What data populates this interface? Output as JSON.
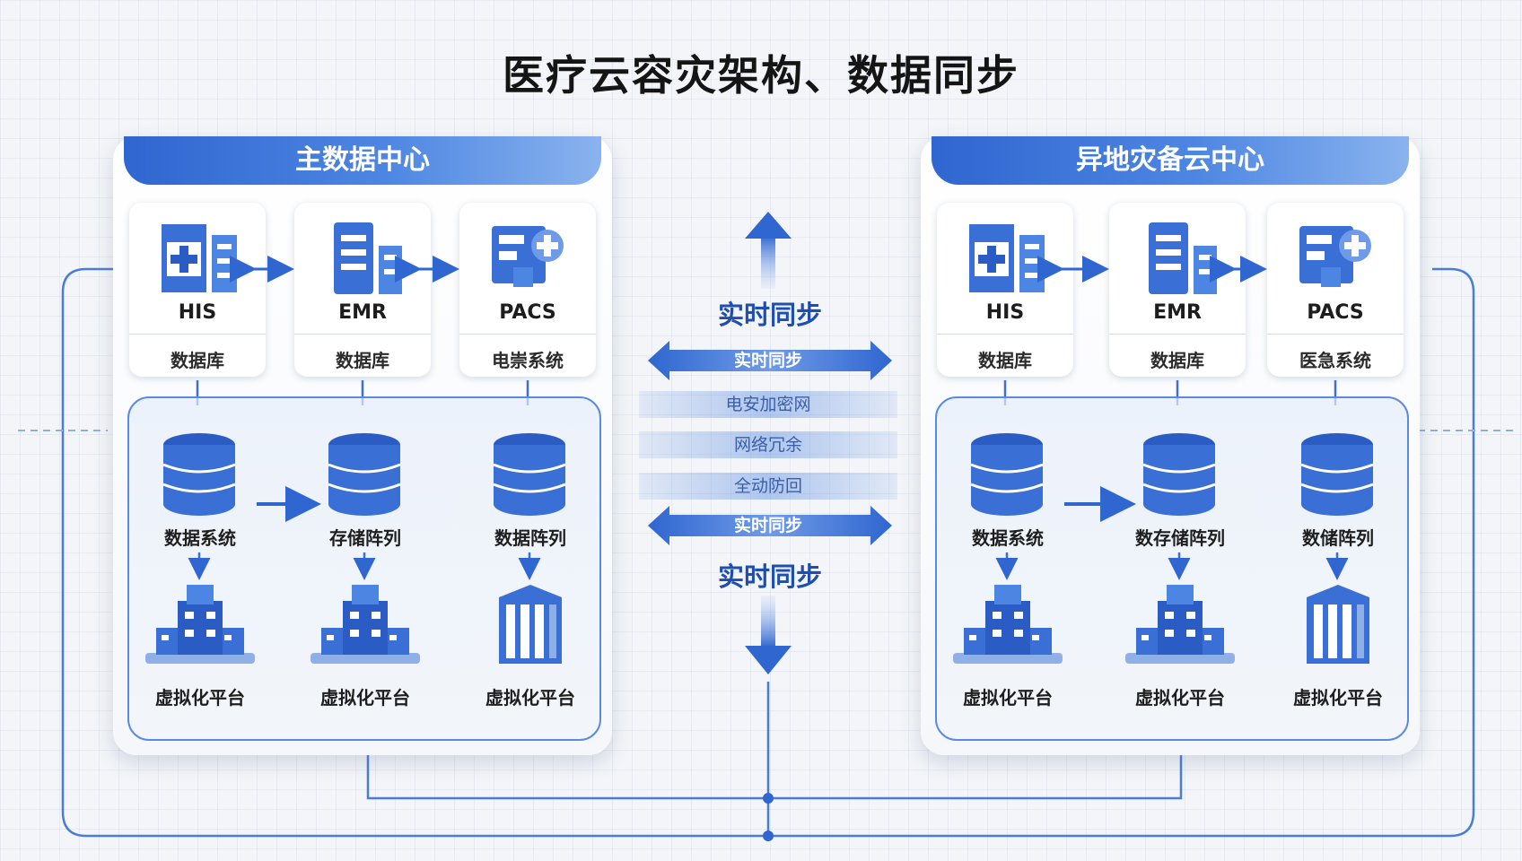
{
  "title": "医疗云容灾架构、数据同步",
  "colors": {
    "primary": "#2f66d0",
    "accent": "#4d86e2",
    "line": "#5a8be0"
  },
  "primary_center": {
    "header": "主数据中心",
    "apps": [
      {
        "name": "HIS",
        "sub": "数据库",
        "icon": "hospital-icon"
      },
      {
        "name": "EMR",
        "sub": "数据库",
        "icon": "records-icon"
      },
      {
        "name": "PACS",
        "sub": "电崇系统",
        "icon": "imaging-icon"
      }
    ],
    "storage": [
      "数据系统",
      "存储阵列",
      "数据阵列"
    ],
    "platforms": [
      "虚拟化平台",
      "虚拟化平台",
      "虚拟化平台"
    ]
  },
  "dr_center": {
    "header": "异地灾备云中心",
    "apps": [
      {
        "name": "HIS",
        "sub": "数据库",
        "icon": "hospital-icon"
      },
      {
        "name": "EMR",
        "sub": "数据库",
        "icon": "records-icon"
      },
      {
        "name": "PACS",
        "sub": "医急系统",
        "icon": "imaging-icon"
      }
    ],
    "storage": [
      "数据系统",
      "数存储阵列",
      "数储阵列"
    ],
    "platforms": [
      "虚拟化平台",
      "虚拟化平台",
      "虚拟化平台"
    ]
  },
  "sync": {
    "top_label": "实时同步",
    "band_top": "实时同步",
    "blur_1": "电安加密网",
    "blur_2": "网络冗余",
    "blur_3": "全动防回",
    "band_bottom": "实时同步",
    "bottom_label": "实时同步"
  }
}
